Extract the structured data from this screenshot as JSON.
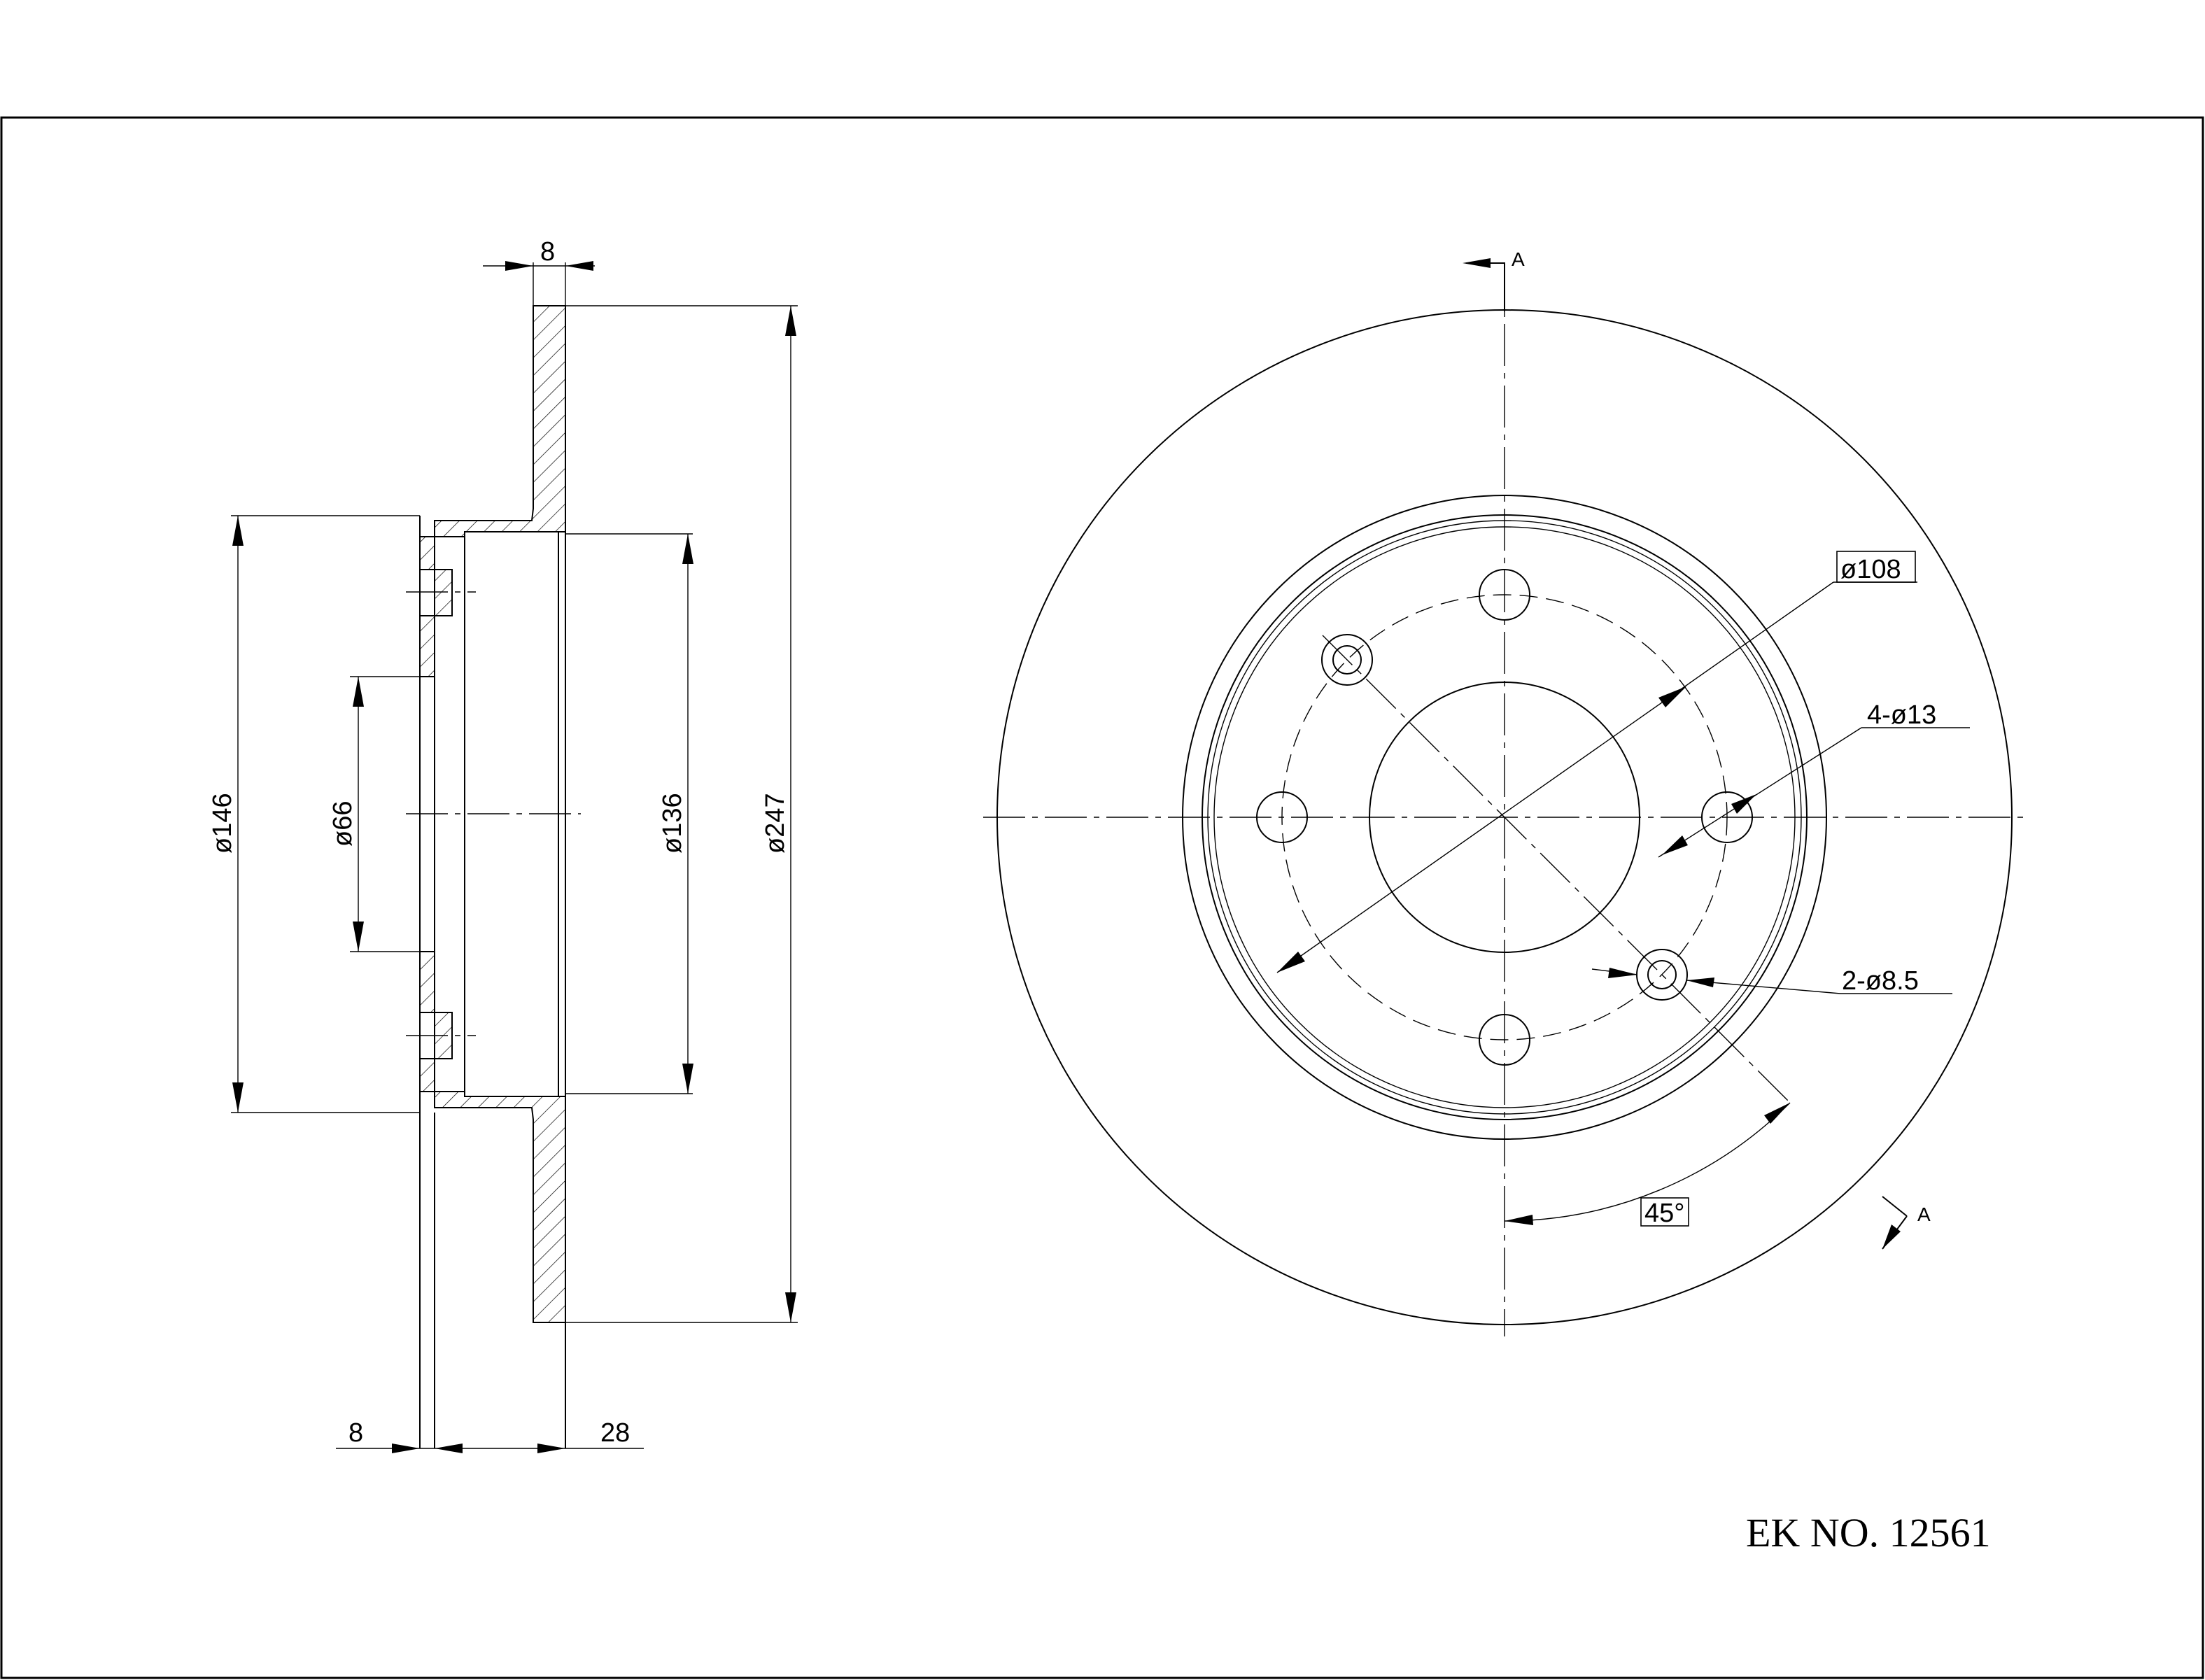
{
  "drawing": {
    "part_number_text": "EK NO. 12561",
    "section_marker_label": "A"
  },
  "side_view": {
    "dims": {
      "thickness_top": "8",
      "outer_diameter": "ø247",
      "hat_diameter": "ø146",
      "center_bore": "ø66",
      "inner_diameter": "ø136",
      "hub_thickness": "8",
      "total_height": "28"
    }
  },
  "front_view": {
    "dims": {
      "bolt_circle": "ø108",
      "bolt_holes": "4-ø13",
      "pin_holes": "2-ø8.5",
      "angle": "45°"
    }
  },
  "icons": [
    "arrow-head",
    "section-arrow"
  ]
}
